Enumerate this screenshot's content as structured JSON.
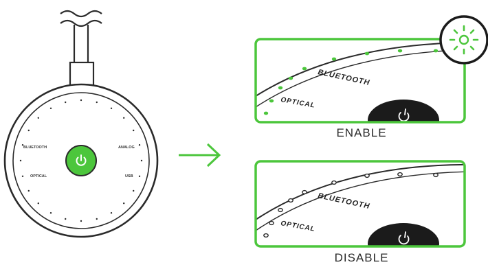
{
  "colors": {
    "accent": "#4cc63c",
    "dark": "#1b1b1b",
    "outline": "#2a2a2a"
  },
  "device": {
    "labels": {
      "top_left": "BLUETOOTH",
      "top_right": "ANALOG",
      "bottom_left": "OPTICAL",
      "bottom_right": "USB"
    },
    "power_icon": "power-icon"
  },
  "arrow_icon": "arrow-right-icon",
  "panels": {
    "enable": {
      "caption": "ENABLE",
      "bluetooth_label": "BLUETOOTH",
      "optical_label": "OPTICAL",
      "led_state": "on",
      "badge_icon": "light-on-icon"
    },
    "disable": {
      "caption": "DISABLE",
      "bluetooth_label": "BLUETOOTH",
      "optical_label": "OPTICAL",
      "led_state": "off"
    }
  }
}
